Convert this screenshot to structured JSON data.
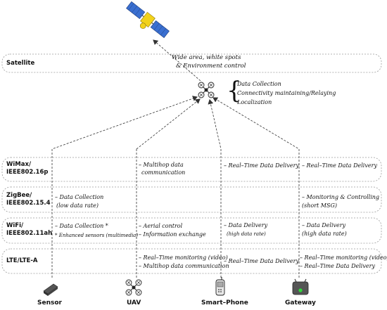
{
  "satellite_note": {
    "line1": "Wide area, white spots",
    "line2": "& Environment control"
  },
  "uav_roles": {
    "brace": "{",
    "items": [
      "Data Collection",
      "Connectivity maintaining/Relaying",
      "Localization"
    ]
  },
  "lanes": [
    {
      "label_lines": [
        "Satellite"
      ]
    },
    {
      "label_lines": [
        "WiMax/",
        "IEEE802.16p"
      ]
    },
    {
      "label_lines": [
        "ZigBee/",
        "IEEE802.15.4"
      ]
    },
    {
      "label_lines": [
        "WiFi/",
        "IEEE802.11ah"
      ]
    },
    {
      "label_lines": [
        "LTE/LTE-A"
      ]
    }
  ],
  "cells": {
    "wimax_uav_1": "– Multihop data",
    "wimax_uav_2": "communication",
    "wimax_phone": "– Real–Time Data Delivery",
    "wimax_gateway": "– Real–Time Data Delivery",
    "zigbee_sensor_1": "– Data Collection",
    "zigbee_sensor_2": "(low data rate)",
    "zigbee_gateway_1": "– Monitoring & Controlling",
    "zigbee_gateway_2": "(short MSG)",
    "wifi_sensor_1": "– Data Collection *",
    "wifi_sensor_2": "* Enhanced sensors (multimedia)",
    "wifi_uav_1": "– Aerial control",
    "wifi_uav_2": "– Information exchange",
    "wifi_phone_1": "– Data Delivery",
    "wifi_phone_2": "(high data rate)",
    "wifi_gateway_1": "– Data Delivery",
    "wifi_gateway_2": "(high data rate)",
    "lte_uav_1": "– Real–Time monitoring (video)",
    "lte_uav_2": "– Multihop data communication",
    "lte_phone": "– Real–Time Data Delivery",
    "lte_gateway_1": "– Real–Time monitoring (video)",
    "lte_gateway_2": "– Real–Time Data Delivery"
  },
  "devices": [
    {
      "label": "Sensor"
    },
    {
      "label": "UAV"
    },
    {
      "label": "Smart–Phone"
    },
    {
      "label": "Gateway"
    }
  ],
  "colors": {
    "lane_border": "#9a9a9a",
    "arrow": "#333333",
    "satellite_panel": "#3a6fd0",
    "satellite_body": "#f2d21a",
    "gateway_body": "#555555",
    "gateway_led": "#2fdc3a"
  }
}
